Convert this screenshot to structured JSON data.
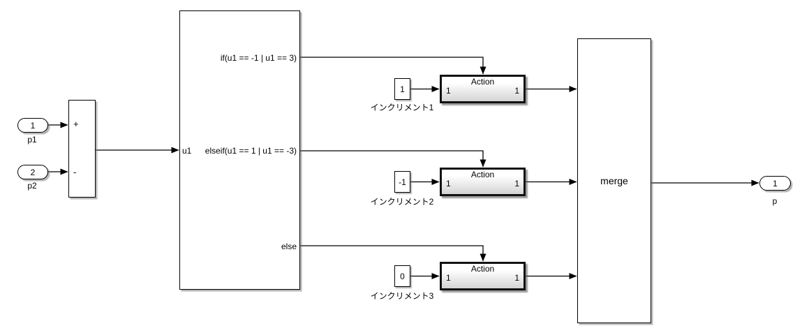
{
  "colors": {
    "background": "#ffffff",
    "line": "#000000",
    "action_gradient_top": "#ffffff",
    "action_gradient_bottom": "#d4d4d4"
  },
  "inports": [
    {
      "port": "1",
      "label": "p1"
    },
    {
      "port": "2",
      "label": "p2"
    }
  ],
  "sum_block": {
    "plus": "+",
    "minus": "-"
  },
  "if_block": {
    "input_label": "u1",
    "branches": [
      {
        "condition": "if(u1 == -1 | u1 == 3)"
      },
      {
        "condition": "elseif(u1 == 1 | u1 == -3)"
      },
      {
        "condition": "else"
      }
    ]
  },
  "constants": [
    {
      "value": "1",
      "label": "インクリメント1"
    },
    {
      "value": "-1",
      "label": "インクリメント2"
    },
    {
      "value": "0",
      "label": "インクリメント3"
    }
  ],
  "action_subsystems": [
    {
      "title": "Action",
      "in_port": "1",
      "out_port": "1"
    },
    {
      "title": "Action",
      "in_port": "1",
      "out_port": "1"
    },
    {
      "title": "Action",
      "in_port": "1",
      "out_port": "1"
    }
  ],
  "merge_block": {
    "label": "merge"
  },
  "outport": {
    "port": "1",
    "label": "p"
  }
}
